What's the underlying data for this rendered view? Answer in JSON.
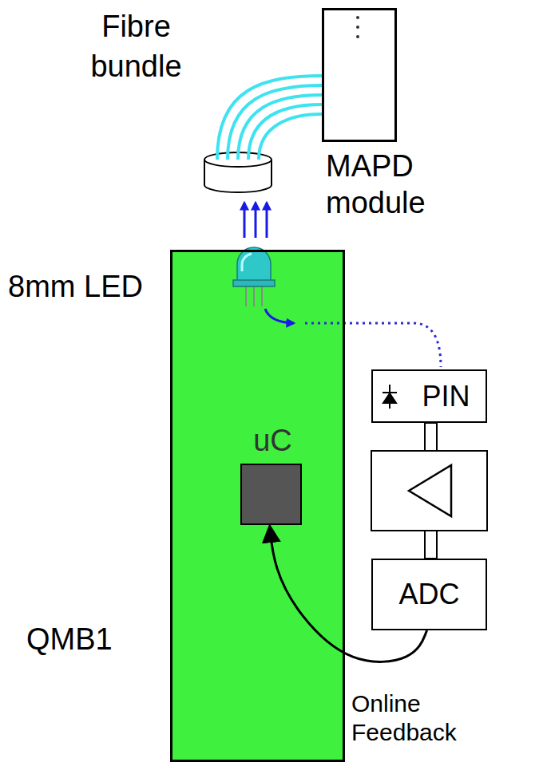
{
  "diagram": {
    "nodes": [
      {
        "text": [
          "MAPD module"
        ]
      },
      {
        "text": [
          "QMB1"
        ]
      },
      {
        "text": [
          "uC"
        ],
        "in": 1
      },
      {
        "text": [
          "PIN"
        ]
      },
      {
        "text": [
          "ADC"
        ]
      }
    ],
    "edges": [
      {
        "from": 4,
        "to": 2,
        "arrow": "to",
        "label": "Online Feedback"
      }
    ],
    "labels": [
      "Fibre bundle",
      "8mm LED"
    ]
  }
}
